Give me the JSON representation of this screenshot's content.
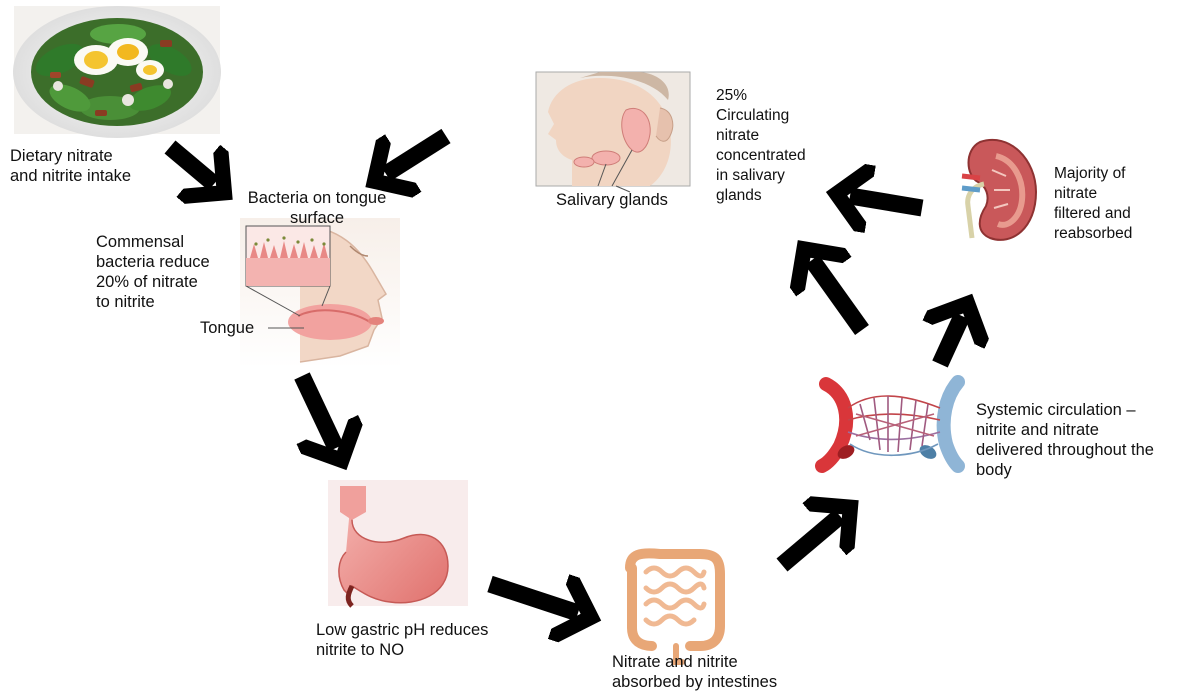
{
  "labels": {
    "dietary_intake": "Dietary nitrate\nand nitrite intake",
    "bacteria_tongue": "Bacteria on tongue\nsurface",
    "commensal": "Commensal\nbacteria reduce\n20% of nitrate\nto nitrite",
    "tongue": "Tongue",
    "salivary_glands": "Salivary glands",
    "circulating_nitrate": "25%\nCirculating\nnitrate\nconcentrated\nin salivary\nglands",
    "kidney": "Majority of\nnitrate\nfiltered and\nreabsorbed",
    "systemic": "Systemic circulation –\nnitrite and nitrate\ndelivered throughout the\nbody",
    "gastric": "Low gastric pH reduces\nnitrite to NO",
    "intestines": "Nitrate and nitrite\nabsorbed by intestines"
  },
  "illustrations": [
    "salad-plate",
    "tongue-face",
    "salivary-face",
    "kidney",
    "blood-vessels",
    "stomach",
    "intestines"
  ],
  "colors": {
    "arrow": "#000000",
    "tissue_pink": "#f0a4a4",
    "artery_red": "#d9363a",
    "vein_blue": "#8fb5d6",
    "kidney": "#c9585a",
    "skin": "#f2d7c6",
    "spinach": "#2f7a2a"
  }
}
